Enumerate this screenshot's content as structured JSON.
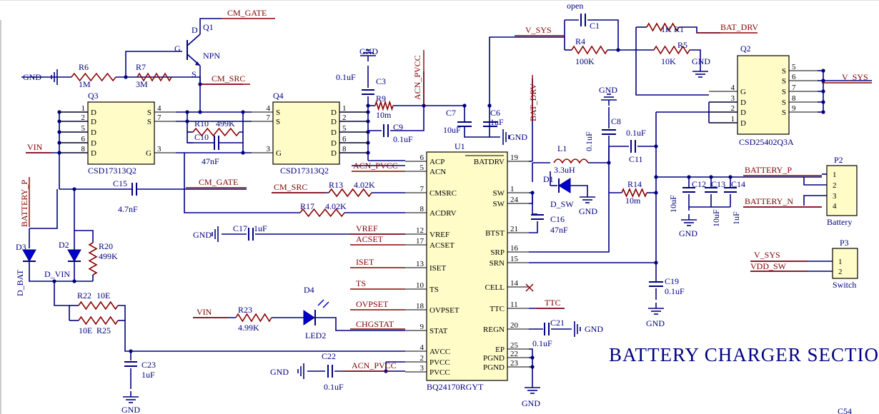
{
  "title": "BATTERY CHARGER SECTIO",
  "corner_label": "C54",
  "ics": {
    "u1": {
      "ref": "U1",
      "part": "BQ24170RGYT",
      "left_pins": [
        {
          "num": "6",
          "name": "ACP"
        },
        {
          "num": "5",
          "name": "ACN"
        },
        {
          "num": "7",
          "name": "CMSRC"
        },
        {
          "num": "8",
          "name": "ACDRV"
        },
        {
          "num": "12",
          "name": "VREF"
        },
        {
          "num": "17",
          "name": "ACSET"
        },
        {
          "num": "13",
          "name": "ISET"
        },
        {
          "num": "10",
          "name": "TS"
        },
        {
          "num": "18",
          "name": "OVPSET"
        },
        {
          "num": "9",
          "name": "STAT"
        },
        {
          "num": "4",
          "name": "AVCC"
        },
        {
          "num": "2",
          "name": "PVCC"
        },
        {
          "num": "3",
          "name": "PVCC"
        }
      ],
      "right_pins": [
        {
          "num": "19",
          "name": "BATDRV"
        },
        {
          "num": "1",
          "name": "SW"
        },
        {
          "num": "24",
          "name": "SW"
        },
        {
          "num": "21",
          "name": "BTST"
        },
        {
          "num": "16",
          "name": "SRP"
        },
        {
          "num": "15",
          "name": "SRN"
        },
        {
          "num": "14",
          "name": "CELL"
        },
        {
          "num": "11",
          "name": "TTC"
        },
        {
          "num": "20",
          "name": "REGN"
        },
        {
          "num": "25",
          "name": "EP"
        },
        {
          "num": "22",
          "name": "PGND"
        },
        {
          "num": "23",
          "name": "PGND"
        }
      ]
    },
    "q3": {
      "ref": "Q3",
      "part": "CSD17313Q2",
      "left_pins": [
        {
          "num": "1",
          "name": "D"
        },
        {
          "num": "2",
          "name": "D"
        },
        {
          "num": "5",
          "name": "D"
        },
        {
          "num": "6",
          "name": "D"
        },
        {
          "num": "8",
          "name": "D"
        }
      ],
      "right_pins": [
        {
          "num": "4",
          "name": "S"
        },
        {
          "num": "7",
          "name": "S"
        },
        {
          "num": "3",
          "name": "G"
        }
      ]
    },
    "q4": {
      "ref": "Q4",
      "part": "CSD17313Q2",
      "left_pins": [
        {
          "num": "4",
          "name": "S"
        },
        {
          "num": "7",
          "name": "S"
        },
        {
          "num": "3",
          "name": "G"
        }
      ],
      "right_pins": [
        {
          "num": "1",
          "name": "D"
        },
        {
          "num": "2",
          "name": "D"
        },
        {
          "num": "5",
          "name": "D"
        },
        {
          "num": "6",
          "name": "D"
        },
        {
          "num": "8",
          "name": "D"
        }
      ]
    },
    "q2": {
      "ref": "Q2",
      "part": "CSD25402Q3A",
      "left_pins": [
        {
          "num": "4",
          "name": "G"
        },
        {
          "num": "3",
          "name": "D"
        },
        {
          "num": "2",
          "name": "D"
        },
        {
          "num": "1",
          "name": "D"
        }
      ],
      "right_pins": [
        {
          "num": "5",
          "name": "S"
        },
        {
          "num": "6",
          "name": "S"
        },
        {
          "num": "7",
          "name": "S"
        },
        {
          "num": "8",
          "name": "S"
        },
        {
          "num": "9",
          "name": "S"
        }
      ]
    }
  },
  "connectors": {
    "p2": {
      "ref": "P2",
      "name": "Battery",
      "pins": [
        "1",
        "2",
        "3",
        "4"
      ]
    },
    "p3": {
      "ref": "P3",
      "name": "Switch",
      "pins": [
        "1",
        "2"
      ]
    }
  },
  "transistor_q1": {
    "ref": "Q1",
    "type": "NPN",
    "g": "G",
    "d": "D",
    "s": "S"
  },
  "components": {
    "R6": {
      "ref": "R6",
      "val": "1M"
    },
    "R7": {
      "ref": "R7",
      "val": "3M"
    },
    "R10": {
      "ref": "R10",
      "val": "499K"
    },
    "C10": {
      "ref": "C10",
      "val": "47nF"
    },
    "C15": {
      "ref": "C15",
      "val": "4.7nF"
    },
    "R9": {
      "ref": "R9",
      "val": "10m"
    },
    "C3": {
      "ref": "C3",
      "val": "0.1uF"
    },
    "C9": {
      "ref": "C9",
      "val": "0.1uF"
    },
    "C7": {
      "ref": "C7",
      "val": "10uF"
    },
    "C6": {
      "ref": "C6",
      "val": "1uF"
    },
    "C1": {
      "ref": "C1",
      "val": "open"
    },
    "R4": {
      "ref": "R4",
      "val": "100K"
    },
    "R1": {
      "ref": "R1",
      "val": "1K"
    },
    "R5": {
      "ref": "R5",
      "val": "10K"
    },
    "C8": {
      "ref": "C8",
      "val": "0.1uF"
    },
    "C11": {
      "ref": "C11",
      "val": "0.1uF"
    },
    "L1": {
      "ref": "L1",
      "val": "3.3uH"
    },
    "D1": {
      "ref": "D1",
      "val": "D_SW"
    },
    "C16": {
      "ref": "C16",
      "val": "47nF"
    },
    "R14": {
      "ref": "R14",
      "val": "10m"
    },
    "C12": {
      "ref": "C12",
      "val": "10uF"
    },
    "C13": {
      "ref": "C13",
      "val": "10uF"
    },
    "C14": {
      "ref": "C14",
      "val": "1uF"
    },
    "C19": {
      "ref": "C19",
      "val": "0.1uF"
    },
    "R13": {
      "ref": "R13",
      "val": "4.02K"
    },
    "R17": {
      "ref": "R17",
      "val": "4.02K"
    },
    "C17": {
      "ref": "C17",
      "val": "1uF"
    },
    "R23": {
      "ref": "R23",
      "val": "4.99K"
    },
    "D4": {
      "ref": "D4",
      "val": "LED2"
    },
    "C21": {
      "ref": "C21",
      "val": "0.1uF"
    },
    "C22": {
      "ref": "C22",
      "val": "0.1uF"
    },
    "C23": {
      "ref": "C23",
      "val": "1uF"
    },
    "D3": {
      "ref": "D3",
      "val": "D_BAT"
    },
    "D2": {
      "ref": "D2",
      "val": "D_VIN"
    },
    "R20": {
      "ref": "R20",
      "val": "499K"
    },
    "R22": {
      "ref": "R22",
      "val": "10E"
    },
    "R25": {
      "ref": "R25",
      "val": "10E"
    }
  },
  "nets": {
    "cm_gate": "CM_GATE",
    "cm_src": "CM_SRC",
    "gnd": "GND",
    "vin": "VIN",
    "battery_p": "BATTERY_P",
    "battery_n": "BATTERY_N",
    "acn_pvcc": "ACN_PVCC",
    "v_sys": "V_SYS",
    "bat_drv": "BAT_DRV",
    "vref": "VREF",
    "acset": "ACSET",
    "iset": "ISET",
    "ts": "TS",
    "ovpset": "OVPSET",
    "chgstat": "CHGSTAT",
    "ttc": "TTC",
    "vdd_sw": "VDD_SW"
  }
}
